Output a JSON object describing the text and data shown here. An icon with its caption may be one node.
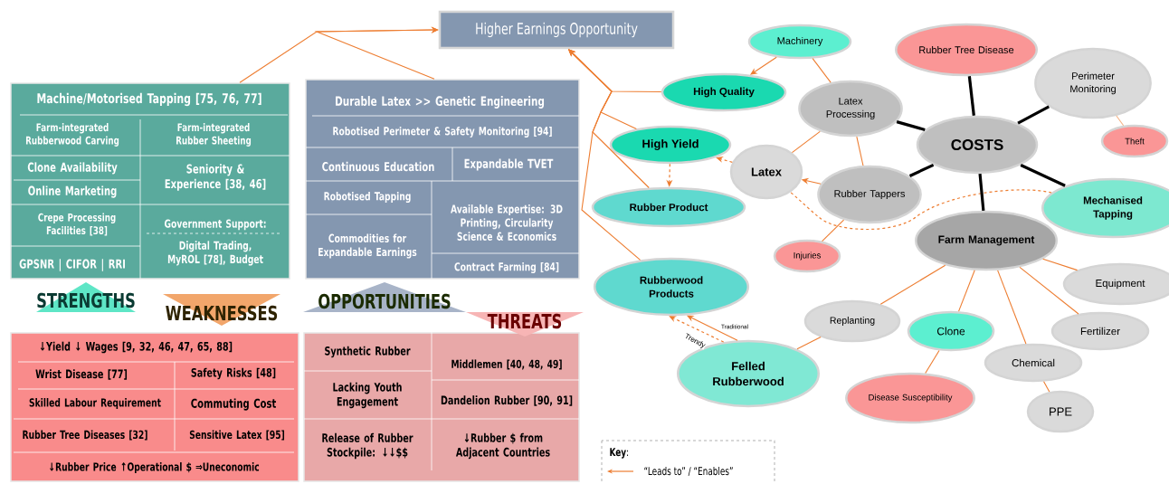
{
  "diagram": {
    "nodes": [
      {
        "text": [
          "Higher Earnings Opportunity"
        ]
      },
      {
        "text": [],
        "shape": "box"
      },
      {
        "text": [
          "Machine/Motorised Tapping [75, 76, 77]"
        ],
        "in": 1
      },
      {
        "text": [
          "Farm-integrated Rubberwood Carving"
        ],
        "in": 1
      },
      {
        "text": [
          "Farm-integrated Rubber Sheeting"
        ],
        "in": 1
      },
      {
        "text": [
          "Clone Availability"
        ],
        "in": 1
      },
      {
        "text": [
          "Seniority & Experience [38, 46]"
        ],
        "in": 1
      },
      {
        "text": [
          "Online Marketing"
        ],
        "in": 1
      },
      {
        "text": [
          "Crepe Processing Facilities [38]"
        ],
        "in": 1
      },
      {
        "text": [
          "Government Support:",
          "Digital Trading, MyROL [78], Budget"
        ],
        "in": 1
      },
      {
        "text": [
          "GPSNR | CIFOR | RRI"
        ],
        "in": 1
      },
      {
        "text": [],
        "shape": "box"
      },
      {
        "text": [
          "Durable Latex >> Genetic Engineering"
        ],
        "in": 11
      },
      {
        "text": [
          "Robotised Perimeter & Safety Monitoring [94]"
        ],
        "in": 11
      },
      {
        "text": [
          "Continuous Education"
        ],
        "in": 11
      },
      {
        "text": [
          "Expandable TVET"
        ],
        "in": 11
      },
      {
        "text": [
          "Robotised Tapping"
        ],
        "in": 11
      },
      {
        "text": [
          "Available Expertise: 3D Printing, Circularity Science & Economics"
        ],
        "in": 11
      },
      {
        "text": [
          "Commodities for Expandable Earnings"
        ],
        "in": 11
      },
      {
        "text": [
          "Contract Farming [84]"
        ],
        "in": 11
      },
      {
        "text": [],
        "shape": "box"
      },
      {
        "text": [
          "↓Yield ↓ Wages [9, 32, 46, 47, 65, 88]"
        ],
        "in": 20
      },
      {
        "text": [
          "Wrist Disease [77]"
        ],
        "in": 20
      },
      {
        "text": [
          "Safety Risks [48]"
        ],
        "in": 20
      },
      {
        "text": [
          "Skilled Labour Requirement"
        ],
        "in": 20
      },
      {
        "text": [
          "Commuting Cost"
        ],
        "in": 20
      },
      {
        "text": [
          "Rubber Tree Diseases [32]"
        ],
        "in": 20
      },
      {
        "text": [
          "Sensitive Latex [95]"
        ],
        "in": 20
      },
      {
        "text": [
          "↓Rubber Price ↑Operational $ ⇒Uneconomic"
        ],
        "in": 20
      },
      {
        "text": [],
        "shape": "box"
      },
      {
        "text": [
          "Synthetic Rubber"
        ],
        "in": 29
      },
      {
        "text": [
          "Middlemen [40, 48, 49]"
        ],
        "in": 29
      },
      {
        "text": [
          "Lacking Youth Engagement"
        ],
        "in": 29
      },
      {
        "text": [
          "Dandelion Rubber [90, 91]"
        ],
        "in": 29
      },
      {
        "text": [
          "Release of Rubber Stockpile: ↓↓$$"
        ],
        "in": 29
      },
      {
        "text": [
          "↓Rubber $ from Adjacent Countries"
        ],
        "in": 29
      },
      {
        "text": [
          "Machinery"
        ]
      },
      {
        "text": [
          "Rubber Tree Disease"
        ]
      },
      {
        "text": [
          "Perimeter Monitoring"
        ]
      },
      {
        "text": [
          "High Quality"
        ]
      },
      {
        "text": [
          "Latex Processing"
        ]
      },
      {
        "text": [
          "COSTS"
        ]
      },
      {
        "text": [
          "Theft"
        ]
      },
      {
        "text": [
          "High Yield"
        ]
      },
      {
        "text": [
          "Latex"
        ]
      },
      {
        "text": [
          "Rubber Tappers"
        ]
      },
      {
        "text": [
          "Mechanised Tapping"
        ]
      },
      {
        "text": [
          "Rubber Product"
        ]
      },
      {
        "text": [
          "Farm Management"
        ]
      },
      {
        "text": [
          "Injuries"
        ]
      },
      {
        "text": [
          "Equipment"
        ]
      },
      {
        "text": [
          "Rubberwood Products"
        ]
      },
      {
        "text": [
          "Replanting"
        ]
      },
      {
        "text": [
          "Clone"
        ]
      },
      {
        "text": [
          "Fertilizer"
        ]
      },
      {
        "text": [
          "Chemical"
        ]
      },
      {
        "text": [
          "Felled Rubberwood"
        ]
      },
      {
        "text": [
          "Disease Susceptibility"
        ]
      },
      {
        "text": [
          "PPE"
        ]
      }
    ],
    "edges": [
      {
        "from": 1,
        "to": 0,
        "arrow": "to"
      },
      {
        "from": 11,
        "to": 0,
        "arrow": "to"
      },
      {
        "from": 39,
        "to": 0,
        "arrow": "to"
      },
      {
        "from": 43,
        "to": 0,
        "arrow": "to"
      },
      {
        "from": 47,
        "to": 0,
        "arrow": "to"
      },
      {
        "from": 51,
        "to": 0,
        "arrow": "to"
      },
      {
        "from": 36,
        "to": 39,
        "arrow": "to"
      },
      {
        "from": 36,
        "to": 40,
        "arrow": "none"
      },
      {
        "from": 40,
        "to": 44,
        "arrow": "none"
      },
      {
        "from": 40,
        "to": 45,
        "arrow": "none"
      },
      {
        "from": 44,
        "to": 43,
        "arrow": "to",
        "style": "dashed"
      },
      {
        "from": 43,
        "to": 47,
        "arrow": "to",
        "style": "dashed"
      },
      {
        "from": 45,
        "to": 44,
        "arrow": "to"
      },
      {
        "from": 46,
        "to": 44,
        "arrow": "none",
        "style": "dashed"
      },
      {
        "from": 45,
        "to": 49,
        "arrow": "none"
      },
      {
        "from": 41,
        "to": 40,
        "arrow": "none",
        "style": "thick",
        "color": "#000000"
      },
      {
        "from": 41,
        "to": 37,
        "arrow": "none",
        "style": "thick",
        "color": "#000000"
      },
      {
        "from": 41,
        "to": 38,
        "arrow": "none",
        "style": "thick",
        "color": "#000000"
      },
      {
        "from": 41,
        "to": 45,
        "arrow": "none",
        "style": "thick",
        "color": "#000000"
      },
      {
        "from": 41,
        "to": 48,
        "arrow": "none",
        "style": "thick",
        "color": "#000000"
      },
      {
        "from": 41,
        "to": 46,
        "arrow": "none",
        "style": "thick",
        "color": "#000000"
      },
      {
        "from": 38,
        "to": 42,
        "arrow": "none",
        "color": "#f4b183"
      },
      {
        "from": 48,
        "to": 52,
        "arrow": "none"
      },
      {
        "from": 48,
        "to": 53,
        "arrow": "none"
      },
      {
        "from": 48,
        "to": 55,
        "arrow": "none"
      },
      {
        "from": 48,
        "to": 54,
        "arrow": "none"
      },
      {
        "from": 48,
        "to": 50,
        "arrow": "none"
      },
      {
        "from": 52,
        "to": 56,
        "arrow": "none"
      },
      {
        "from": 53,
        "to": 57,
        "arrow": "none"
      },
      {
        "from": 55,
        "to": 58,
        "arrow": "none"
      },
      {
        "from": 56,
        "to": 51,
        "arrow": "to",
        "label": "Traditional"
      },
      {
        "from": 56,
        "to": 51,
        "arrow": "to",
        "style": "dashed",
        "label": "Trendy"
      }
    ],
    "labels": [
      "STRENGTHS",
      "WEAKNESSES",
      "OPPORTUNITIES",
      "THREATS",
      "**Key**:"
    ],
    "legend": [
      {
        "text": "“Leads to” / “Enables”"
      }
    ]
  }
}
